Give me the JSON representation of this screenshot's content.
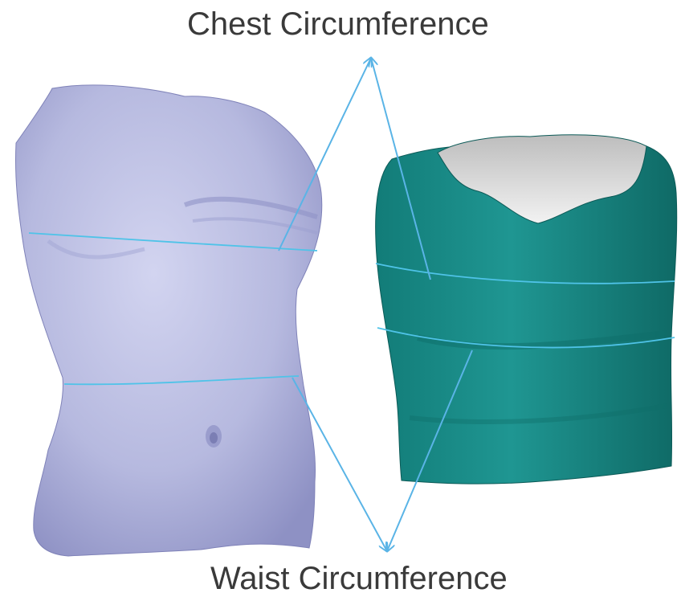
{
  "labels": {
    "chest": "Chest Circumference",
    "waist": "Waist Circumference"
  },
  "colors": {
    "torso": "#b8bbe0",
    "torso_shade": "#8d90c2",
    "garment": "#1d8a86",
    "garment_shade": "#0f6664",
    "garment_inner": "#d9d9d9",
    "measure_line": "#4fc3e8",
    "arrow": "#5ab4e6"
  },
  "figures": [
    {
      "name": "scanned torso"
    },
    {
      "name": "fitted garment"
    }
  ]
}
